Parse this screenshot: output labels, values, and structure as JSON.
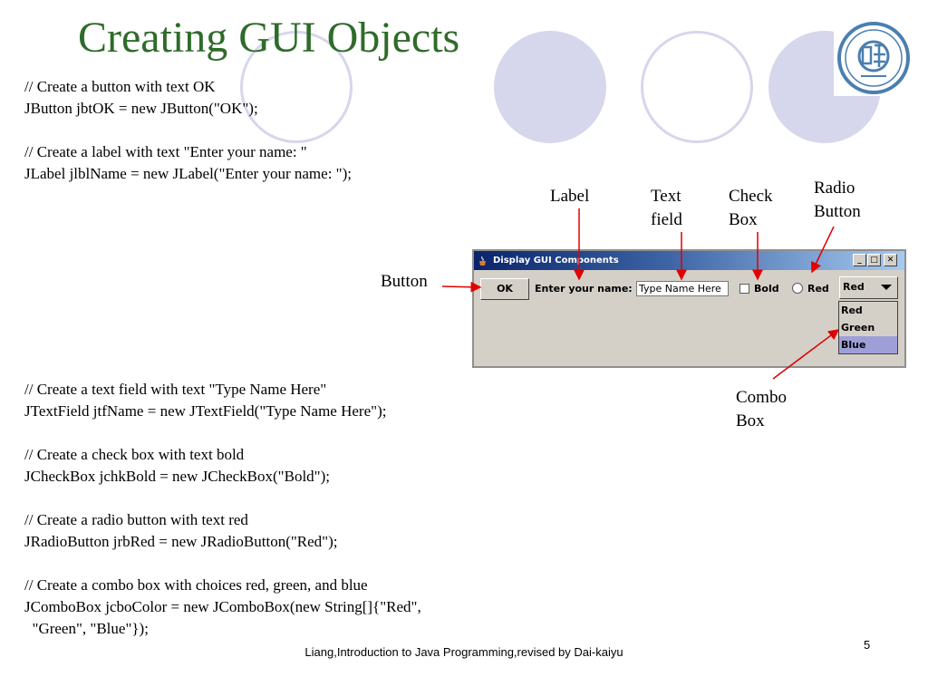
{
  "title": "Creating GUI Objects",
  "code_blocks": [
    {
      "lines": [
        "// Create a button with text OK",
        "JButton jbtOK = new JButton(\"OK\");",
        "",
        "// Create a label with text \"Enter your name: \"",
        "JLabel jlblName = new JLabel(\"Enter your name: \");"
      ]
    },
    {
      "lines": [
        "// Create a text field with text \"Type Name Here\"",
        "JTextField jtfName = new JTextField(\"Type Name Here\");",
        "",
        "// Create a check box with text bold",
        "JCheckBox jchkBold = new JCheckBox(\"Bold\");",
        "",
        "// Create a radio button with text red",
        "JRadioButton jrbRed = new JRadioButton(\"Red\");",
        "",
        "// Create a combo box with choices red, green, and blue",
        "JComboBox jcboColor = new JComboBox(new String[]{\"Red\",",
        "  \"Green\", \"Blue\"});"
      ]
    }
  ],
  "callouts": {
    "label": "Label",
    "text_field": "Text\nfield",
    "check_box": "Check\nBox",
    "radio_button": "Radio\nButton",
    "button": "Button",
    "combo_box": "Combo\nBox"
  },
  "window": {
    "title": "Display GUI Components",
    "controls": {
      "minimize": "_",
      "maximize": "□",
      "close": "✕"
    },
    "ok_button": "OK",
    "name_label": "Enter your name:",
    "text_field_value": "Type Name Here",
    "checkbox_label": "Bold",
    "radio_label": "Red",
    "combo_selected": "Red",
    "combo_options": [
      "Red",
      "Green",
      "Blue"
    ]
  },
  "footer": "Liang,Introduction to Java Programming,revised by Dai-kaiyu",
  "page_number": "5",
  "colors": {
    "title": "#2f6b2a",
    "decor": "#d6d6ec",
    "arrow": "#e00000",
    "titlebar": "#0a246a"
  }
}
